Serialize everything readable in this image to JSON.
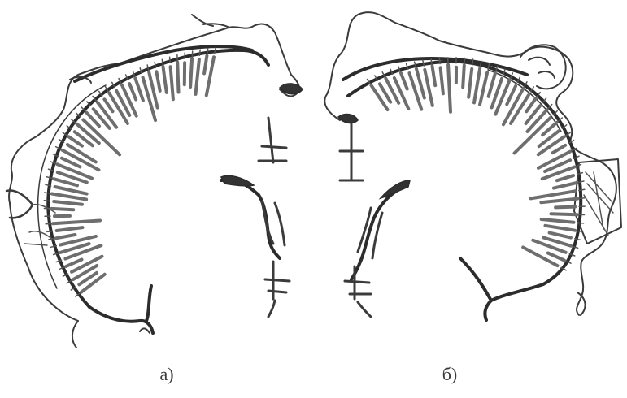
{
  "figure": {
    "panels": [
      {
        "id": "a",
        "label": "a)"
      },
      {
        "id": "b",
        "label": "б)"
      }
    ],
    "colors": {
      "ink": "#3b3b3b",
      "fiber": "#6e6e6e",
      "background": "#ffffff"
    }
  }
}
